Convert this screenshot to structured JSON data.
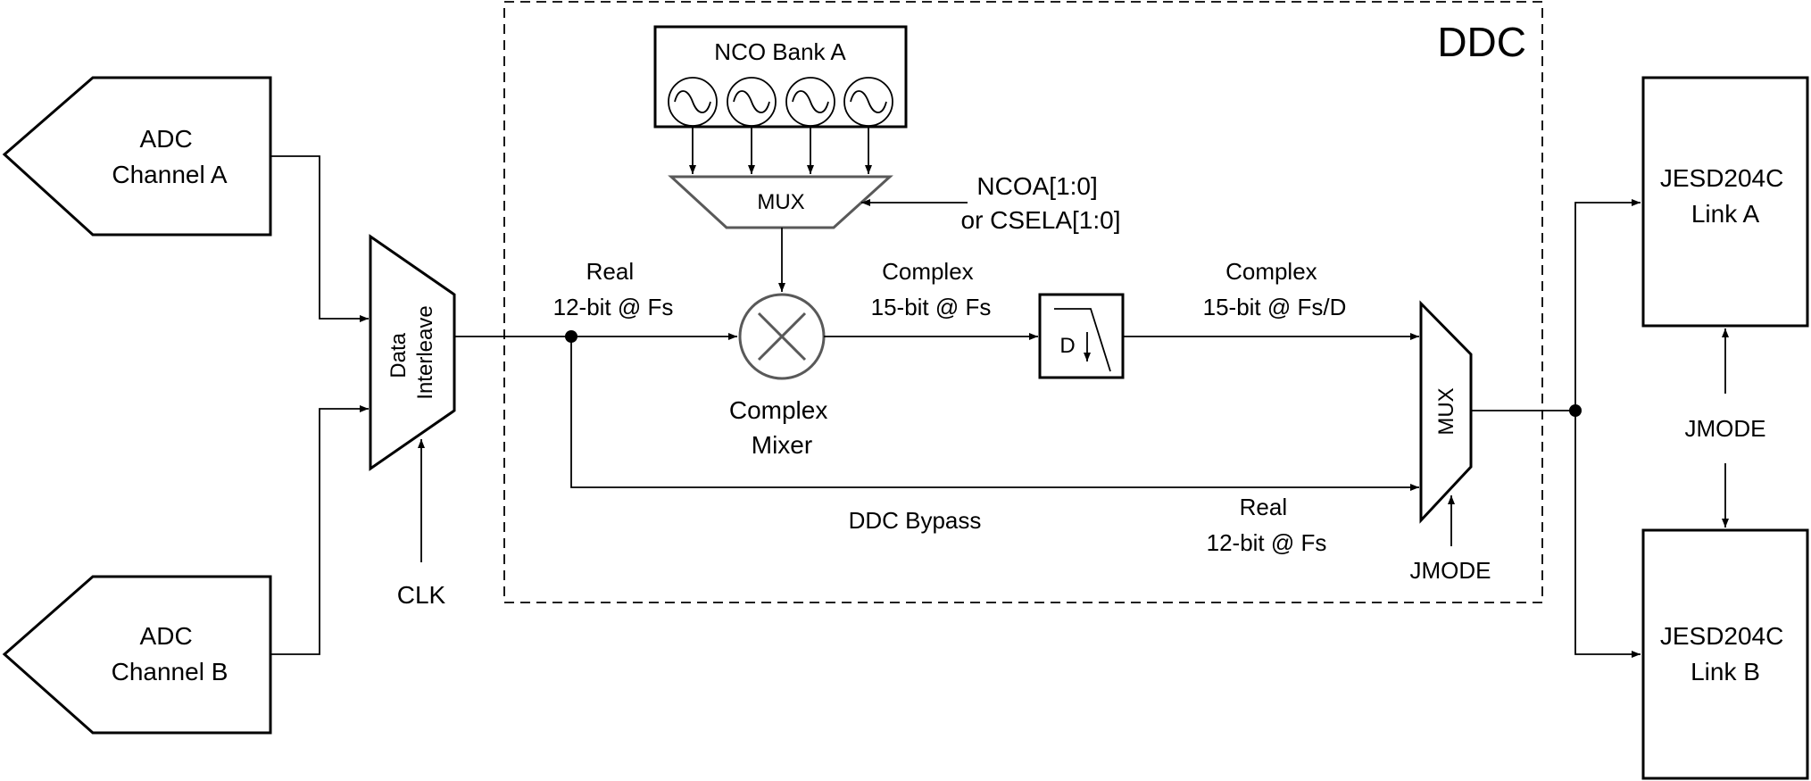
{
  "ddc_label": "DDC",
  "adc_a": [
    "ADC",
    "Channel A"
  ],
  "adc_b": [
    "ADC",
    "Channel B"
  ],
  "interleave": [
    "Data",
    "Interleave"
  ],
  "clk": "CLK",
  "nco_bank": "NCO Bank A",
  "nco_mux": "MUX",
  "ncoa_select": [
    "NCOA[1:0]",
    "or CSELA[1:0]"
  ],
  "real_in": [
    "Real",
    "12-bit @ Fs"
  ],
  "mixer": [
    "Complex",
    "Mixer"
  ],
  "complex_mid": [
    "Complex",
    "15-bit @ Fs"
  ],
  "decimator": "D",
  "complex_out": [
    "Complex",
    "15-bit @ Fs/D"
  ],
  "out_mux": "MUX",
  "bypass": "DDC Bypass",
  "real_bypass": [
    "Real",
    "12-bit @ Fs"
  ],
  "jmode_mux": "JMODE",
  "link_a": [
    "JESD204C",
    "Link A"
  ],
  "link_b": [
    "JESD204C",
    "Link B"
  ],
  "jmode_links": "JMODE"
}
